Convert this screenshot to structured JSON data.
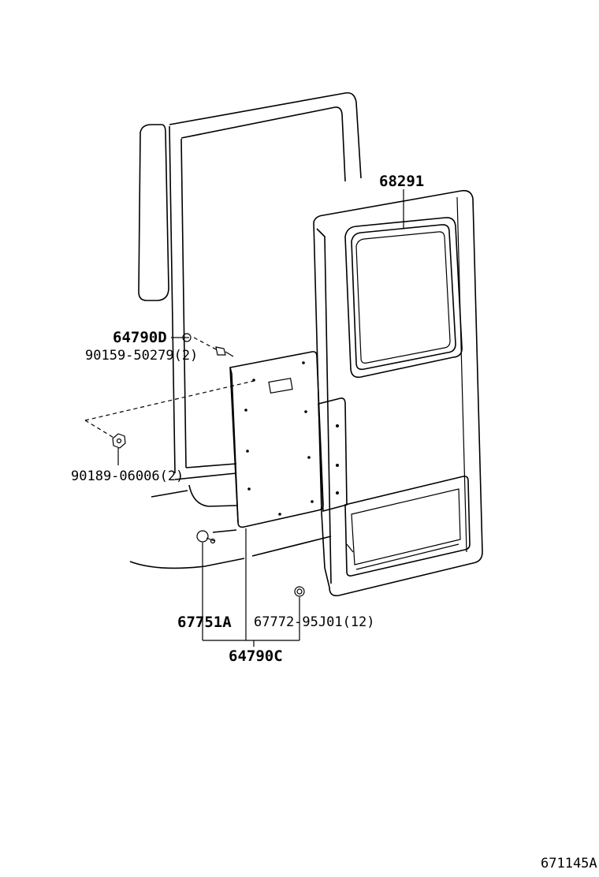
{
  "labels": {
    "window_glass": "68291",
    "clip_d": "64790D",
    "screw_90159": "90159-50279(2)",
    "nut_90189": "90189-06006(2)",
    "stud_67751a": "67751A",
    "clip_67772": "67772-95J01(12)",
    "panel_set": "64790C",
    "figure_number": "671145A"
  }
}
